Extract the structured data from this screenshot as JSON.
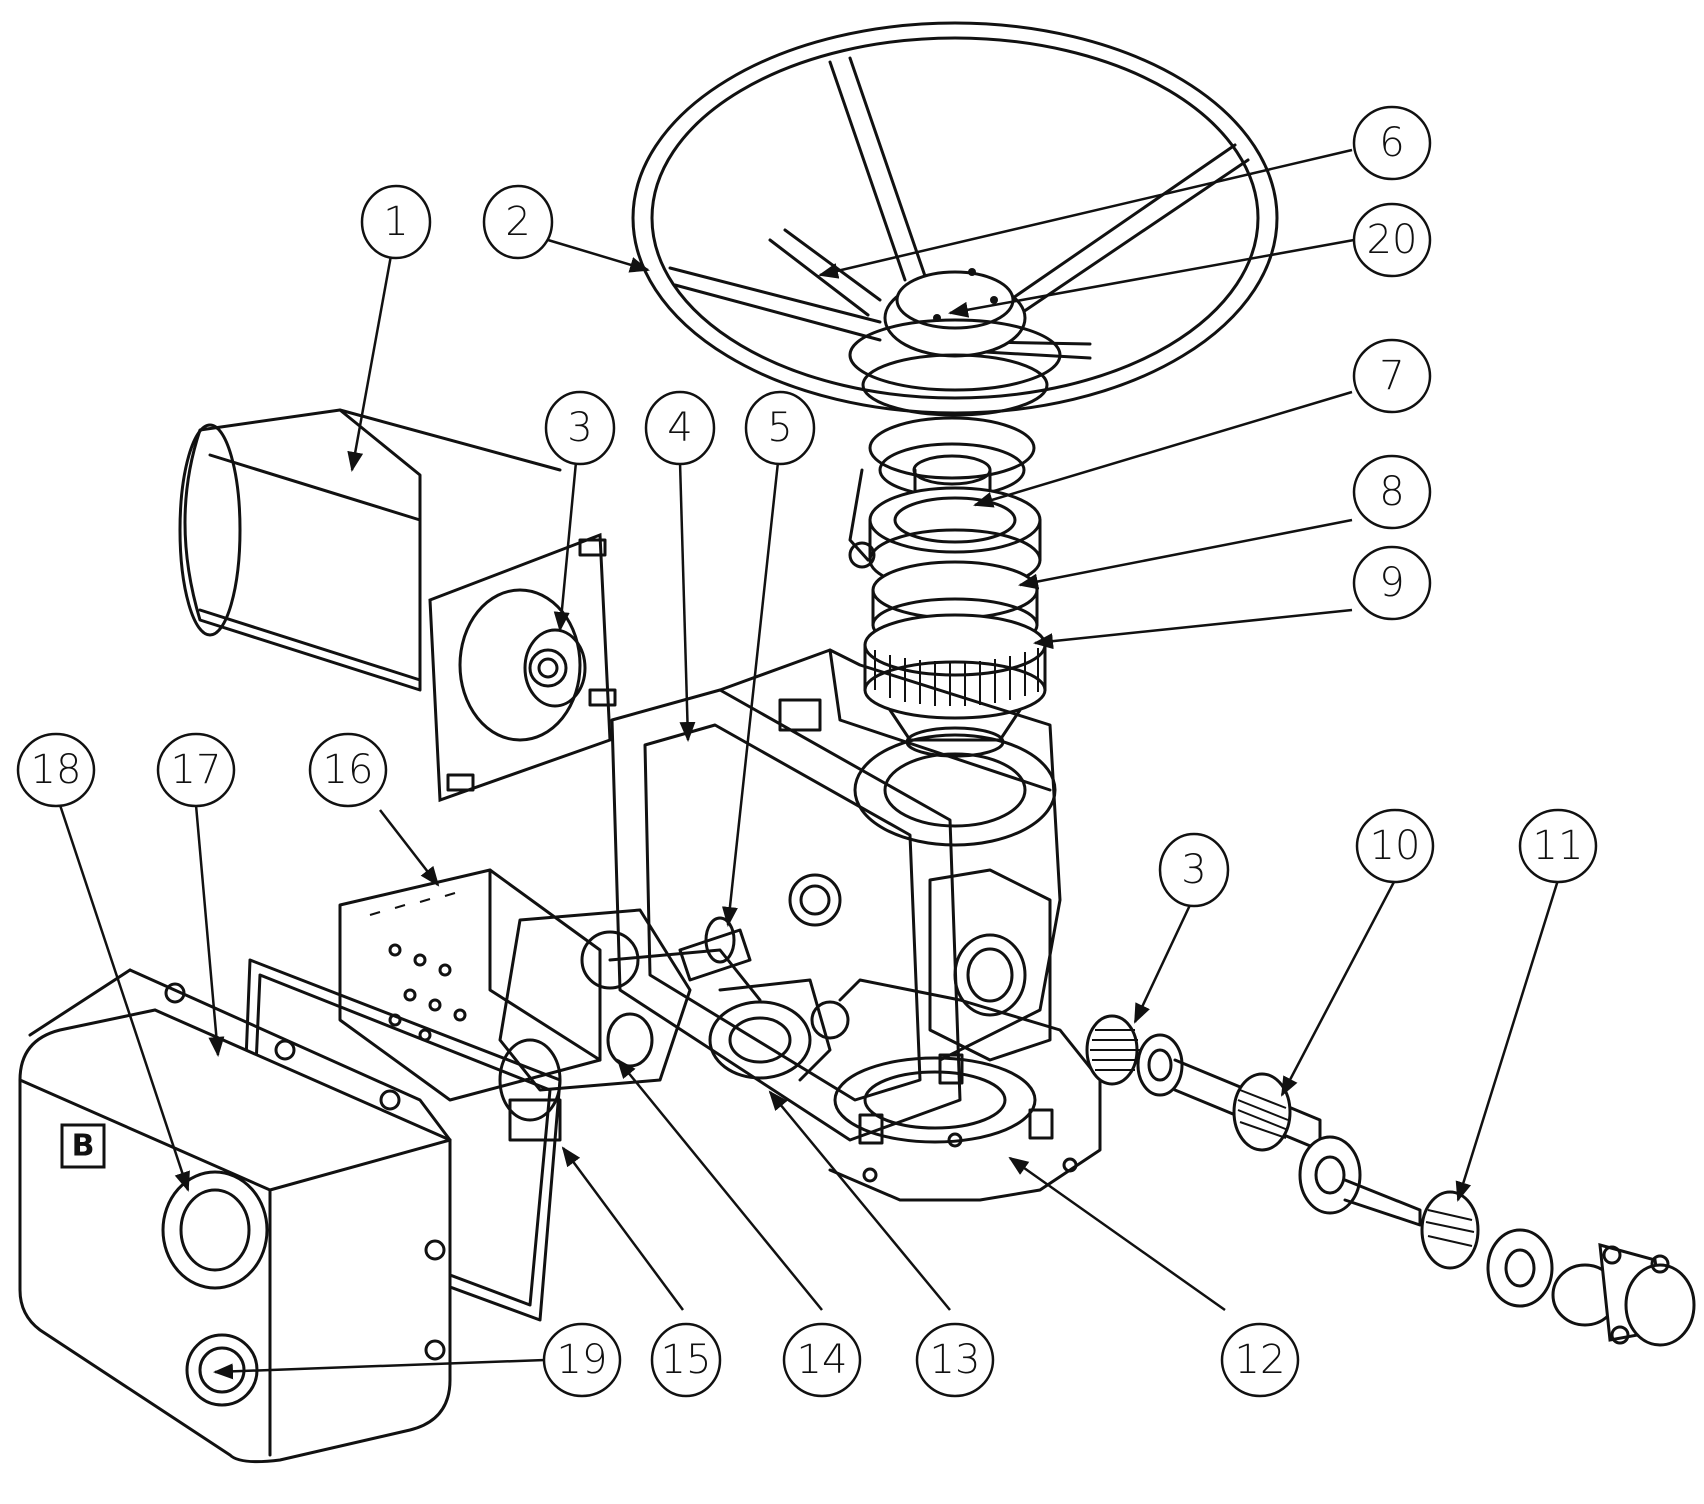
{
  "logo": {
    "letter": "B"
  },
  "callouts": [
    {
      "id": "1",
      "label": "1"
    },
    {
      "id": "2",
      "label": "2"
    },
    {
      "id": "3a",
      "label": "3"
    },
    {
      "id": "4",
      "label": "4"
    },
    {
      "id": "5",
      "label": "5"
    },
    {
      "id": "6",
      "label": "6"
    },
    {
      "id": "20",
      "label": "20"
    },
    {
      "id": "7",
      "label": "7"
    },
    {
      "id": "8",
      "label": "8"
    },
    {
      "id": "9",
      "label": "9"
    },
    {
      "id": "18",
      "label": "18"
    },
    {
      "id": "17",
      "label": "17"
    },
    {
      "id": "16",
      "label": "16"
    },
    {
      "id": "3b",
      "label": "3"
    },
    {
      "id": "10",
      "label": "10"
    },
    {
      "id": "11",
      "label": "11"
    },
    {
      "id": "19",
      "label": "19"
    },
    {
      "id": "15",
      "label": "15"
    },
    {
      "id": "14",
      "label": "14"
    },
    {
      "id": "13",
      "label": "13"
    },
    {
      "id": "12",
      "label": "12"
    }
  ]
}
